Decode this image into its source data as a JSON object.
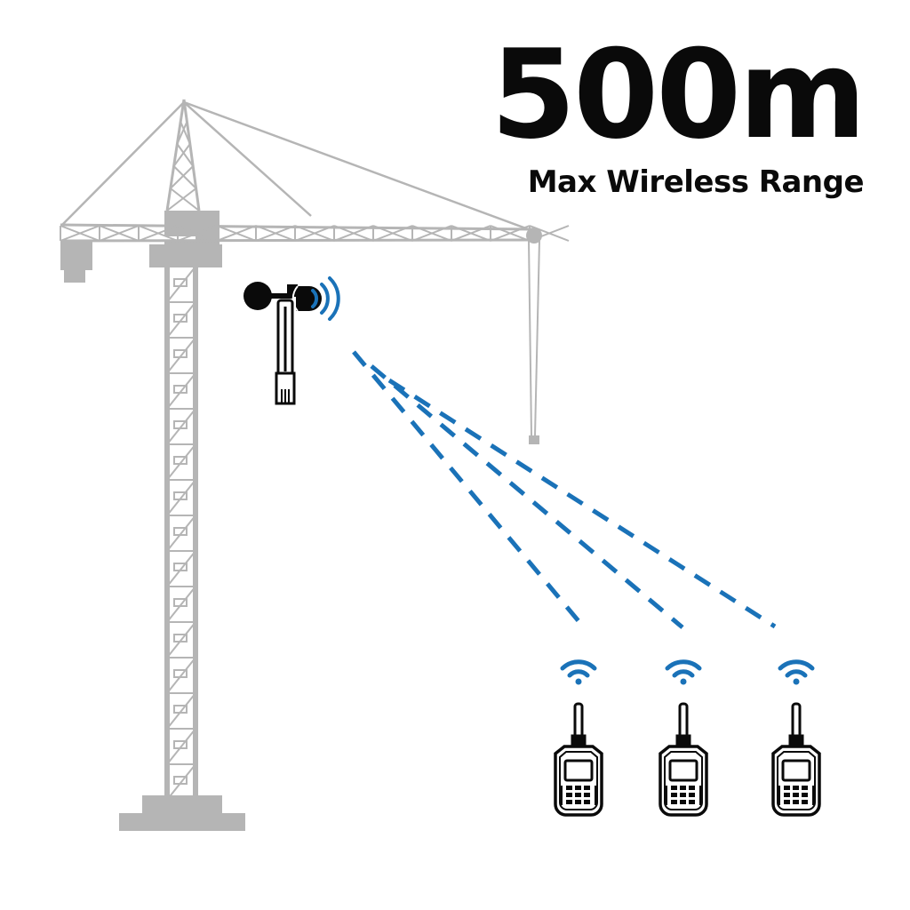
{
  "headline": {
    "range_value": "500m",
    "range_label": "Max Wireless Range"
  },
  "colors": {
    "crane": "#b5b5b5",
    "signal": "#1a72b8",
    "ink": "#0a0a0a"
  },
  "icons": [
    "tower-crane",
    "anemometer",
    "wireless-signal",
    "handheld-receiver"
  ],
  "receivers_count": 3
}
